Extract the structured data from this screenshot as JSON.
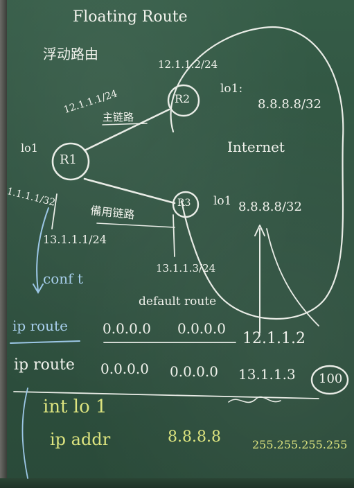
{
  "title": "Floating Route",
  "subtitle": "浮动路由",
  "routers": {
    "r1": "R1",
    "r2": "R2",
    "r3": "R3"
  },
  "labels": {
    "r2_ip": "12.1.1.2/24",
    "r2_lo": "lo1:",
    "r2_lo_ip": "8.8.8.8/32",
    "r1_r2_ip": "12.1.1.1/24",
    "primary_link": "主链路",
    "r1_lo": "lo1",
    "r1_lo_ip": "1.1.1.1/32",
    "backup_link": "備用链路",
    "r3_lo": "lo1",
    "r3_lo_ip": "8.8.8.8/32",
    "r1_r3_ip": "13.1.1.1/24",
    "r3_ip": "13.1.1.3/24",
    "internet": "Internet",
    "conf_t": "conf t",
    "default_route": "default route"
  },
  "commands": {
    "line1": {
      "cmd": "ip route",
      "dest": "0.0.0.0",
      "mask": "0.0.0.0",
      "next_hop": "12.1.1.2"
    },
    "line2": {
      "cmd": "ip route",
      "dest": "0.0.0.0",
      "mask": "0.0.0.0",
      "next_hop": "13.1.1.3",
      "distance": "100"
    },
    "line3": "int lo 1",
    "line4": {
      "cmd": "ip addr",
      "ip": "8.8.8.8",
      "mask": "255.255.255.255"
    }
  },
  "colors": {
    "board": "#2f5240",
    "chalk_white": "#f1f2ec",
    "chalk_blue": "#a9d0ee",
    "chalk_yellow": "#dde47f"
  }
}
